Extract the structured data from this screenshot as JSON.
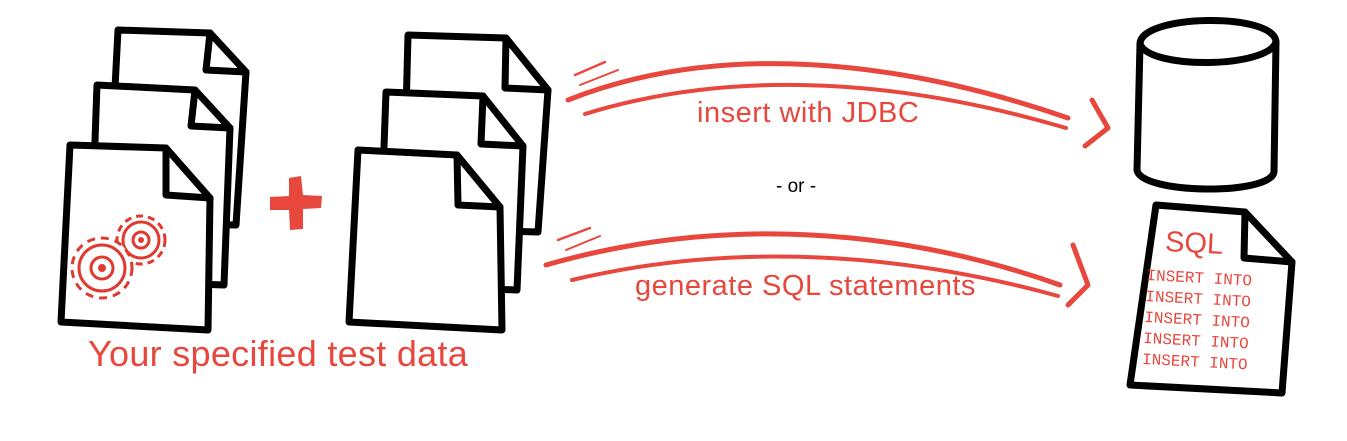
{
  "arrows": {
    "top_label": "insert with JDBC",
    "separator": "- or -",
    "bottom_label": "generate SQL statements"
  },
  "caption": "Your specified test data",
  "sql_file": {
    "title": "SQL",
    "lines": [
      "INSERT INTO",
      "INSERT INTO",
      "INSERT INTO",
      "INSERT INTO",
      "INSERT INTO"
    ]
  },
  "colors": {
    "accent": "#e8473d",
    "outline": "#000000",
    "background": "#ffffff"
  },
  "icons": [
    "gears-icon",
    "plus-icon",
    "database-icon",
    "sql-file-icon"
  ]
}
